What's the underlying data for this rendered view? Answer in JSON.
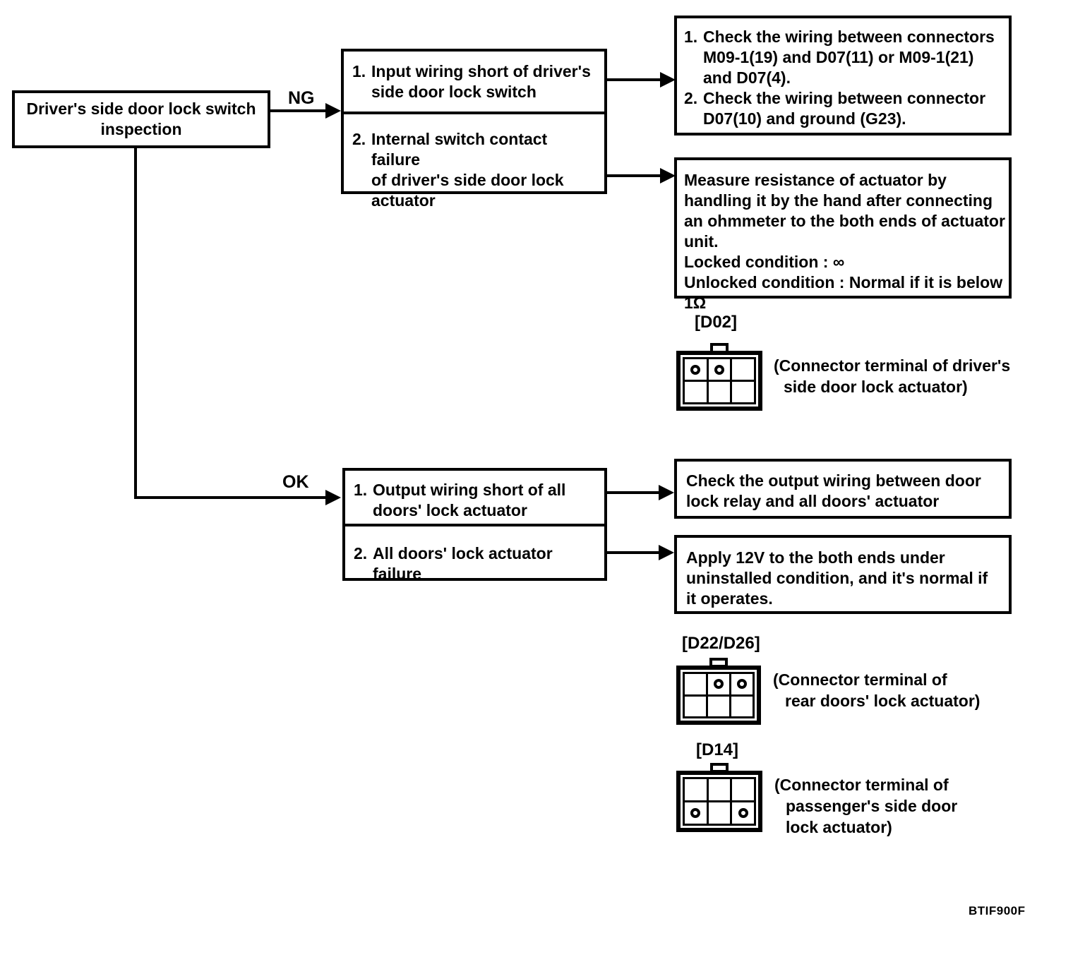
{
  "flowchart": {
    "start": {
      "lines": [
        "Driver's side door lock switch",
        "inspection"
      ]
    },
    "ng": {
      "label": "NG",
      "causes": {
        "item1": [
          {
            "num": "1.",
            "text": "Input wiring short of driver's"
          },
          {
            "num": "",
            "text": "side door lock switch"
          }
        ],
        "item2": [
          {
            "num": "2.",
            "text": "Internal switch contact failure"
          },
          {
            "num": "",
            "text": "of driver's side door lock"
          },
          {
            "num": "",
            "text": "actuator"
          }
        ]
      },
      "check_wiring": {
        "lines": [
          {
            "num": "1.",
            "text": "Check the wiring between connectors"
          },
          {
            "num": "",
            "text": "M09-1(19) and D07(11) or M09-1(21)"
          },
          {
            "num": "",
            "text": "and D07(4)."
          },
          {
            "num": "2.",
            "text": "Check the wiring between connector"
          },
          {
            "num": "",
            "text": "D07(10) and ground (G23)."
          }
        ]
      },
      "measure": {
        "lines": [
          "Measure resistance of actuator by",
          "handling it by the hand after connecting",
          "an ohmmeter to the both ends of actuator",
          "unit.",
          "Locked condition : ∞",
          "Unlocked condition : Normal if it is below 1Ω"
        ]
      }
    },
    "ok": {
      "label": "OK",
      "causes": {
        "item1": [
          {
            "num": "1.",
            "text": "Output wiring short of all"
          },
          {
            "num": "",
            "text": "doors' lock actuator"
          }
        ],
        "item2": [
          {
            "num": "2.",
            "text": "All doors' lock actuator failure"
          }
        ]
      },
      "check_output": {
        "lines": [
          "Check the output wiring between door",
          "lock relay and all doors' actuator"
        ]
      },
      "apply_12v": {
        "lines": [
          "Apply 12V to the both ends under",
          "uninstalled condition, and it's normal if",
          "it operates."
        ]
      }
    },
    "connectors": [
      {
        "label": "[D02]",
        "caption": [
          "(Connector terminal of driver's",
          "side door lock actuator)"
        ],
        "pins": "top row: positions 1 and 2"
      },
      {
        "label": "[D22/D26]",
        "caption": [
          "(Connector terminal of",
          "rear doors' lock actuator)"
        ],
        "pins": "top row: positions 2 and 3"
      },
      {
        "label": "[D14]",
        "caption": [
          "(Connector terminal of",
          "passenger's side door",
          "lock actuator)"
        ],
        "pins": "bottom row: positions 1 and 3"
      }
    ],
    "figure_code": "BTIF900F"
  }
}
